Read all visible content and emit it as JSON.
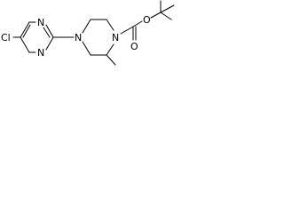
{
  "molecule": {
    "labels": {
      "cl": "Cl",
      "n_pyr_top": "N",
      "n_pyr_bottom": "N",
      "n_pip_left": "N",
      "n_pip_right": "N",
      "o_carbonyl": "O",
      "o_ester": "O"
    },
    "colors": {
      "bond": "#000000",
      "text": "#000000",
      "background": "#ffffff"
    }
  }
}
